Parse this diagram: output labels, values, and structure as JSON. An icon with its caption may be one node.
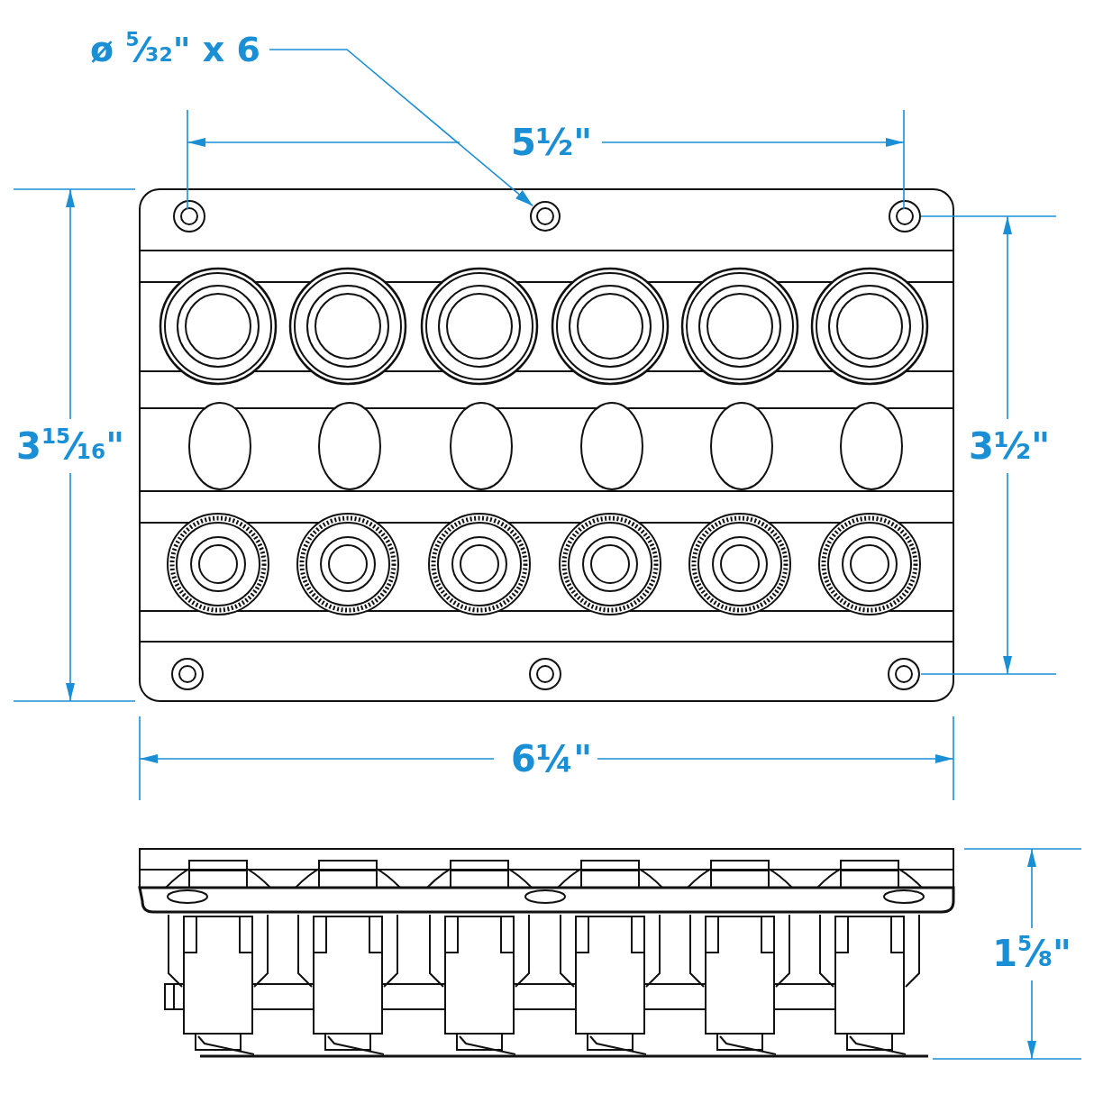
{
  "diagram": {
    "nodes": [
      {
        "text": [
          "ø $^{5}$⁄$_{32}$\" x 6"
        ]
      },
      {
        "text": [],
        "shape": "circle"
      }
    ],
    "edges": [
      {
        "from": 0,
        "to": 1,
        "arrow": "to"
      }
    ],
    "labels": [
      "5½\"",
      "3$^{15}$⁄$_{16}$\"",
      "3½\"",
      "6¼\"",
      "1$^{5}$⁄$_{8}$\""
    ]
  }
}
